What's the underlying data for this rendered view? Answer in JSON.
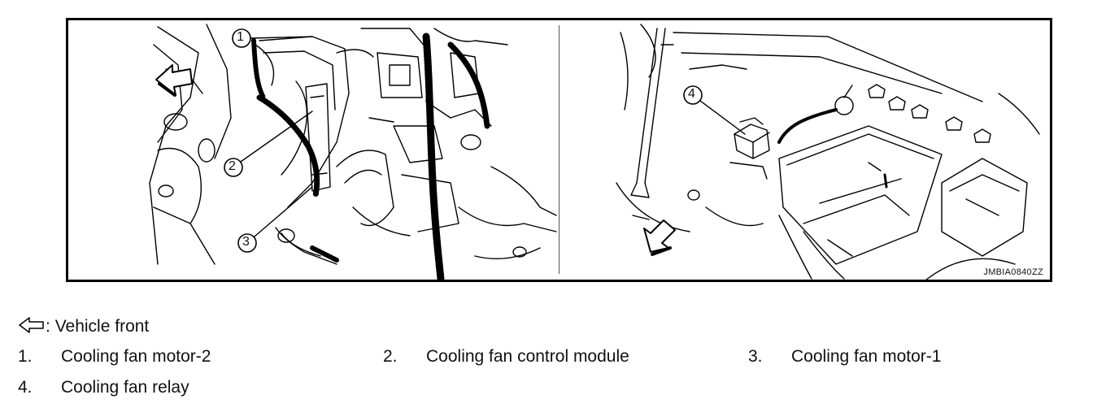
{
  "figure": {
    "reference_code": "JMBIA0840ZZ",
    "callouts": [
      "1",
      "2",
      "3",
      "4"
    ]
  },
  "legend": {
    "symbol_note": "Vehicle front",
    "symbol_prefix": ":",
    "items": [
      {
        "number": "1.",
        "label": "Cooling fan motor-2"
      },
      {
        "number": "2.",
        "label": "Cooling fan control module"
      },
      {
        "number": "3.",
        "label": "Cooling fan motor-1"
      },
      {
        "number": "4.",
        "label": "Cooling fan relay"
      }
    ]
  }
}
